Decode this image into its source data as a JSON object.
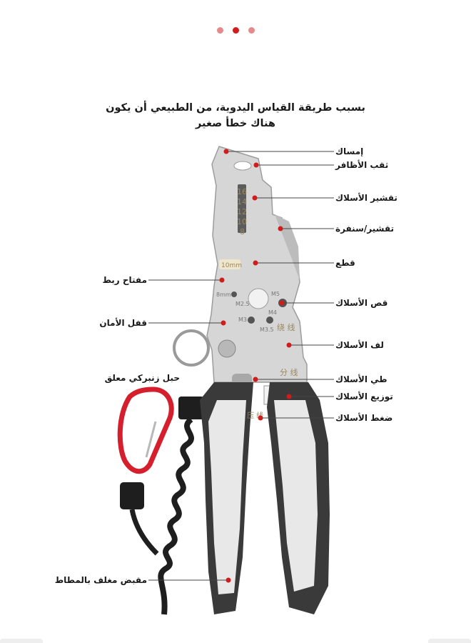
{
  "heading": {
    "line1": "بسبب طريقة القياس اليدوية، من الطبيعي أن يكون",
    "line2": "هناك خطأ صغير"
  },
  "pager": {
    "dots": 3,
    "active_index": 1
  },
  "colors": {
    "accent": "#d01c1c",
    "dot_inactive": "#e58a8a",
    "dot_active": "#d01c1c",
    "handle_dark": "#3a3a3a",
    "handle_light": "#e8e8e8",
    "steel": "#d4d4d4",
    "carabiner": "#d61f2c"
  },
  "callouts_right": {
    "grip": "إمساك",
    "nail_hole": "ثقب الأظافر",
    "wire_strip": "تقشير الأسلاك",
    "strip_sand": "تقشير/سنفرة",
    "cut": "قطع",
    "wire_shear": "قص الأسلاك",
    "wire_wind": "لف الأسلاك",
    "wire_fold": "طي الأسلاك",
    "wire_split": "توزيع الأسلاك",
    "wire_crimp": "ضغط الأسلاك"
  },
  "callouts_left": {
    "wrench": "مفتاح ربط",
    "safety_lock": "قفل الأمان",
    "lanyard": "حبل زنبركي معلق",
    "rubber_grip": "مقبض مغلف بالمطاط"
  },
  "tool_marks": {
    "gauges": [
      "16",
      "14",
      "12",
      "10",
      "8"
    ],
    "wrench_size": "10mm",
    "hole_8mm": "8mm",
    "m25": "M2.5",
    "m3": "M3",
    "m35": "M3.5",
    "m4": "M4",
    "m5": "M5",
    "cn_wind": "绕 线",
    "cn_split": "分 线",
    "cn_crimp": "压 线"
  }
}
